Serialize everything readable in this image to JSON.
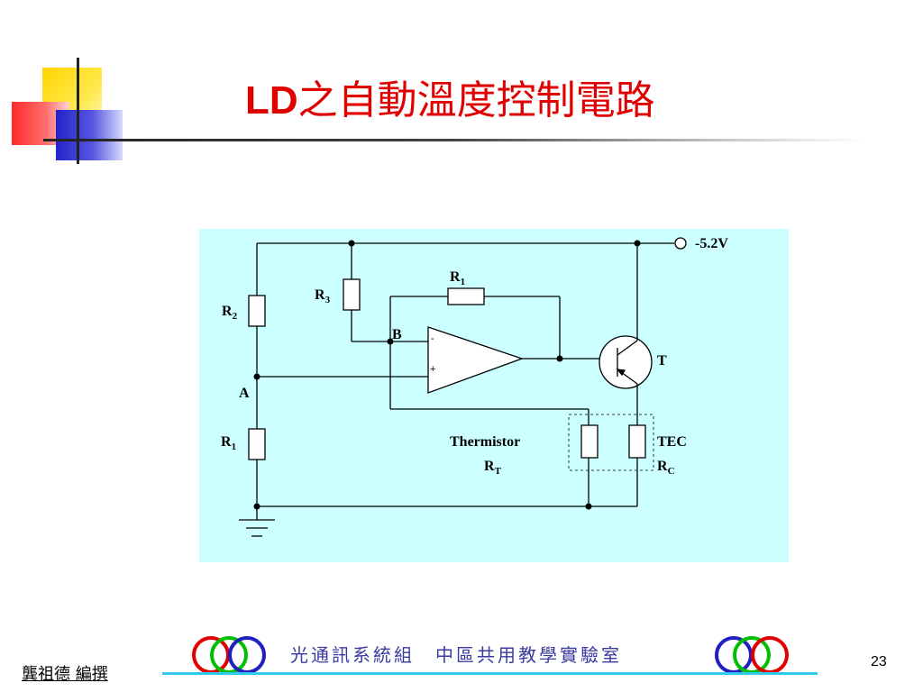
{
  "title": {
    "latin": "LD",
    "cjk": "之自動溫度控制電路"
  },
  "diagram": {
    "supply": "-5.2V",
    "r1_feedback": "R",
    "r1_feedback_sub": "1",
    "r3": "R",
    "r3_sub": "3",
    "r2": "R",
    "r2_sub": "2",
    "r1_lower": "R",
    "r1_lower_sub": "1",
    "node_a": "A",
    "node_b": "B",
    "opamp_minus": "-",
    "opamp_plus": "+",
    "transistor": "T",
    "thermistor_line1": "Thermistor",
    "thermistor_line2": "R",
    "thermistor_sub": "T",
    "tec_line1": "TEC",
    "tec_line2": "R",
    "tec_sub": "C"
  },
  "footer": {
    "org": "光通訊系統組　中區共用教學實驗室",
    "author": "龔祖德  編撰",
    "page": "23"
  },
  "colors": {
    "title": "#e00000",
    "diagram_bg": "#ccffff",
    "footer_text": "#3a3aa0",
    "footer_line": "#33c8f0",
    "ring_red": "#e00000",
    "ring_green": "#00c000",
    "ring_blue": "#2020c0"
  }
}
